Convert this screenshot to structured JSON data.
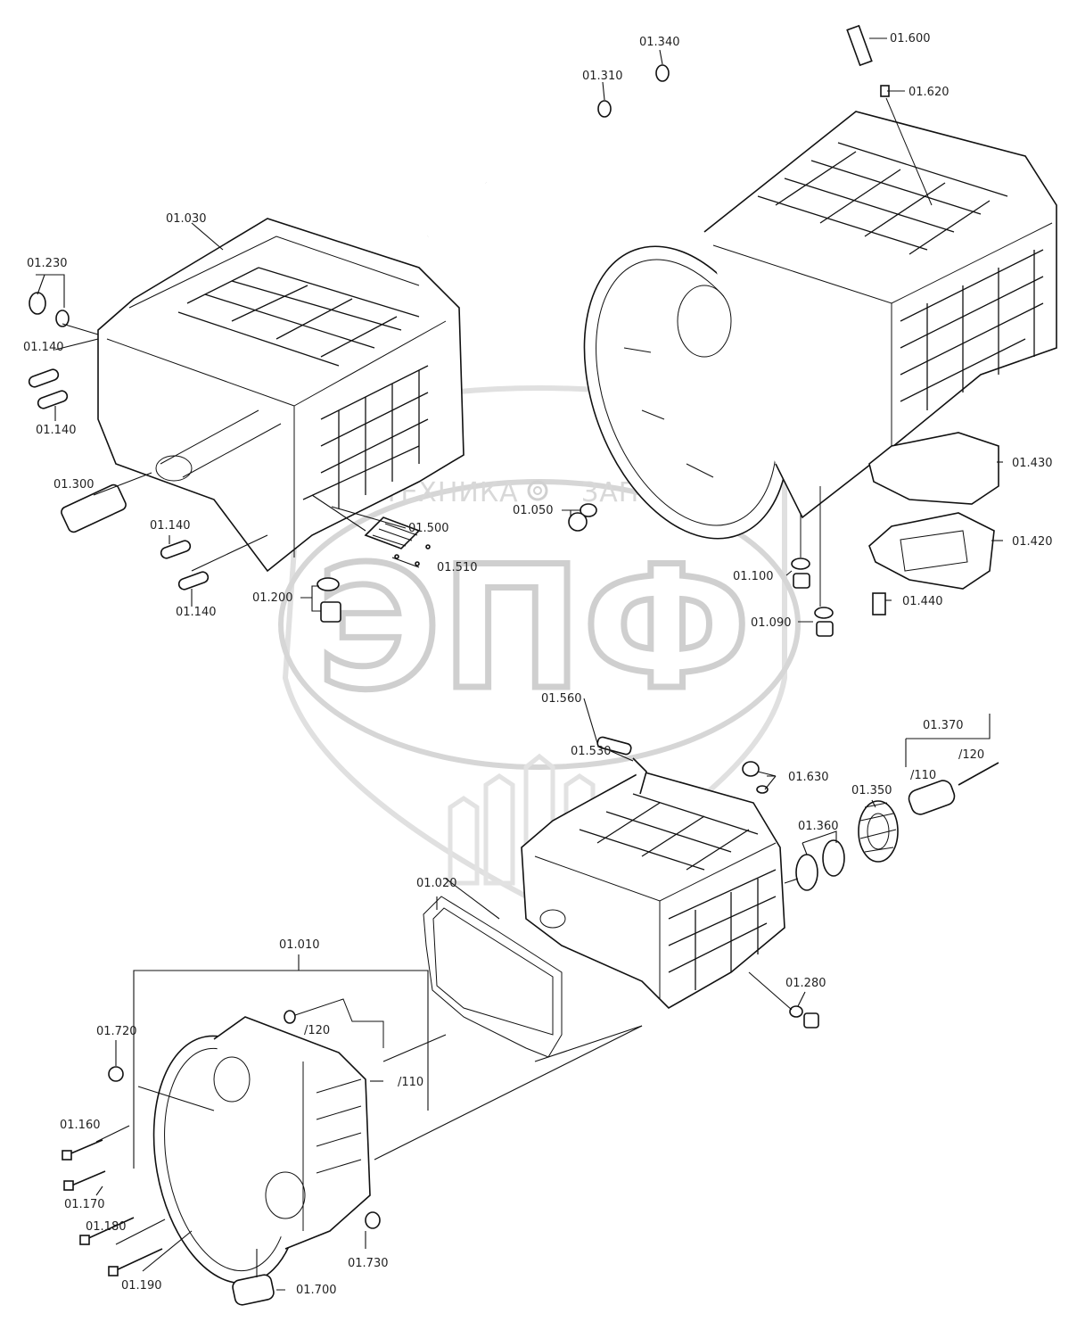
{
  "watermark": {
    "text_left": "ТЕХНИКА",
    "text_right": "ЗАПЧАСТИ",
    "big_letters": "ЭПФ",
    "gear_icon": "gear-icon"
  },
  "labels": [
    {
      "id": "01.340",
      "text": "01.340"
    },
    {
      "id": "01.310",
      "text": "01.310"
    },
    {
      "id": "01.600",
      "text": "01.600"
    },
    {
      "id": "01.620",
      "text": "01.620"
    },
    {
      "id": "01.230",
      "text": "01.230"
    },
    {
      "id": "01.030",
      "text": "01.030"
    },
    {
      "id": "01.140a",
      "text": "01.140"
    },
    {
      "id": "01.140b",
      "text": "01.140"
    },
    {
      "id": "01.300",
      "text": "01.300"
    },
    {
      "id": "01.140c",
      "text": "01.140"
    },
    {
      "id": "01.140d",
      "text": "01.140"
    },
    {
      "id": "01.500",
      "text": "01.500"
    },
    {
      "id": "01.510",
      "text": "01.510"
    },
    {
      "id": "01.200",
      "text": "01.200"
    },
    {
      "id": "01.050",
      "text": "01.050"
    },
    {
      "id": "01.430",
      "text": "01.430"
    },
    {
      "id": "01.420",
      "text": "01.420"
    },
    {
      "id": "01.100",
      "text": "01.100"
    },
    {
      "id": "01.090",
      "text": "01.090"
    },
    {
      "id": "01.440",
      "text": "01.440"
    },
    {
      "id": "01.560",
      "text": "01.560"
    },
    {
      "id": "01.530",
      "text": "01.530"
    },
    {
      "id": "01.370",
      "text": "01.370"
    },
    {
      "id": "01.370-120",
      "text": "/120"
    },
    {
      "id": "01.370-110",
      "text": "/110"
    },
    {
      "id": "01.630",
      "text": "01.630"
    },
    {
      "id": "01.350",
      "text": "01.350"
    },
    {
      "id": "01.360",
      "text": "01.360"
    },
    {
      "id": "01.020",
      "text": "01.020"
    },
    {
      "id": "01.280",
      "text": "01.280"
    },
    {
      "id": "01.010",
      "text": "01.010"
    },
    {
      "id": "01.010-120",
      "text": "/120"
    },
    {
      "id": "01.010-110",
      "text": "/110"
    },
    {
      "id": "01.720",
      "text": "01.720"
    },
    {
      "id": "01.160",
      "text": "01.160"
    },
    {
      "id": "01.170",
      "text": "01.170"
    },
    {
      "id": "01.180",
      "text": "01.180"
    },
    {
      "id": "01.190",
      "text": "01.190"
    },
    {
      "id": "01.730",
      "text": "01.730"
    },
    {
      "id": "01.700",
      "text": "01.700"
    }
  ]
}
